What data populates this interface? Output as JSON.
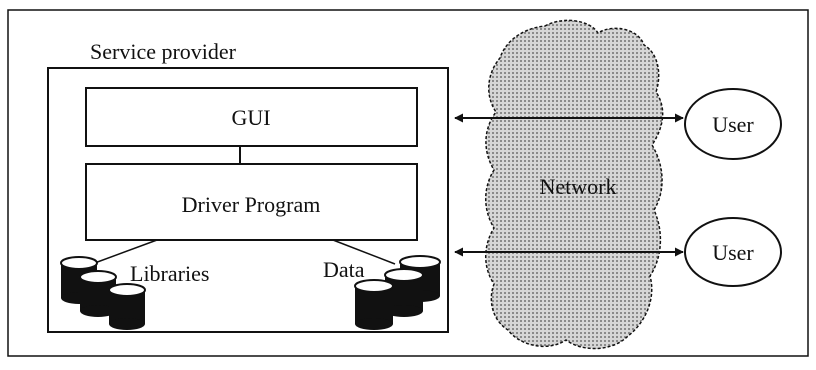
{
  "diagram": {
    "provider_label": "Service provider",
    "gui_label": "GUI",
    "driver_label": "Driver Program",
    "libraries_label": "Libraries",
    "data_label": "Data",
    "network_label": "Network",
    "users": [
      {
        "label": "User"
      },
      {
        "label": "User"
      }
    ]
  },
  "colors": {
    "ink": "#111111",
    "background": "#ffffff",
    "cloud_fill": "#b9b9b9"
  },
  "icons": {
    "database": "cylinder-stack-icon",
    "network": "cloud-icon",
    "connection": "double-arrow-icon"
  }
}
